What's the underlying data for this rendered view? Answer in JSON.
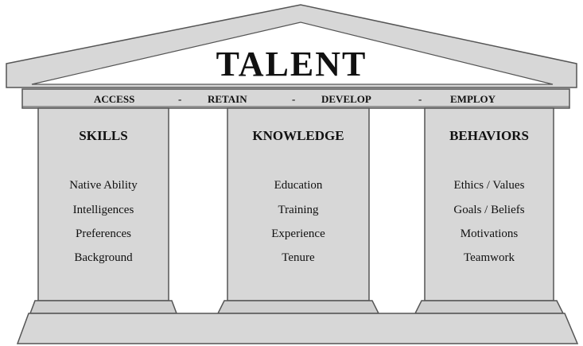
{
  "title": "TALENT",
  "band": {
    "words": [
      "ACCESS",
      "RETAIN",
      "DEVELOP",
      "EMPLOY"
    ],
    "separator": "-"
  },
  "pillars": [
    {
      "heading": "SKILLS",
      "items": [
        "Native Ability",
        "Intelligences",
        "Preferences",
        "Background"
      ]
    },
    {
      "heading": "KNOWLEDGE",
      "items": [
        "Education",
        "Training",
        "Experience",
        "Tenure"
      ]
    },
    {
      "heading": "BEHAVIORS",
      "items": [
        "Ethics / Values",
        "Goals / Beliefs",
        "Motivations",
        "Teamwork"
      ]
    }
  ],
  "colors": {
    "stone": "#d7d7d7",
    "stone_dark": "#bdbdbd",
    "outline": "#555555",
    "text": "#111111"
  }
}
